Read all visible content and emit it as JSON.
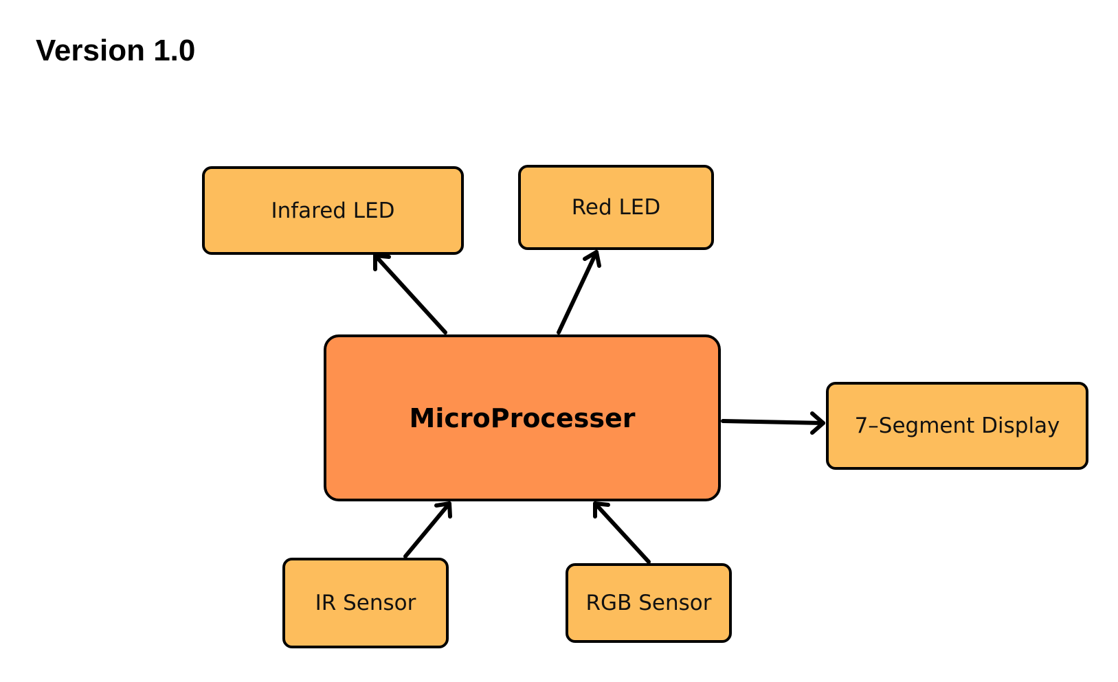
{
  "title": "Version 1.0",
  "colors": {
    "peripheral_fill": "#fdbd5c",
    "core_fill": "#fe914e",
    "stroke": "#000000"
  },
  "nodes": {
    "infrared_led": "Infared LED",
    "red_led": "Red LED",
    "microprocessor": "MicroProcesser",
    "seven_segment": "7–Segment Display",
    "ir_sensor": "IR Sensor",
    "rgb_sensor": "RGB Sensor"
  },
  "edges": [
    {
      "from": "microprocessor",
      "to": "infrared_led"
    },
    {
      "from": "microprocessor",
      "to": "red_led"
    },
    {
      "from": "microprocessor",
      "to": "seven_segment"
    },
    {
      "from": "ir_sensor",
      "to": "microprocessor"
    },
    {
      "from": "rgb_sensor",
      "to": "microprocessor"
    }
  ]
}
